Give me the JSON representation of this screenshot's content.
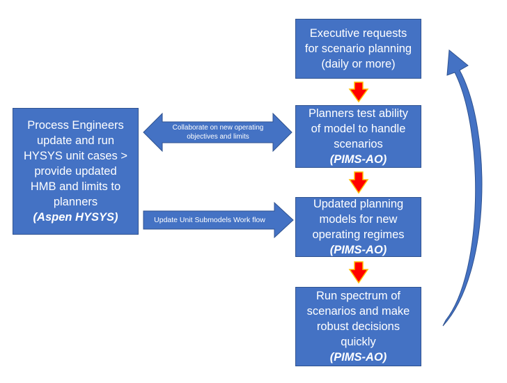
{
  "boxes": {
    "executive": {
      "lines": [
        "Executive requests",
        "for scenario planning",
        "(daily or more)"
      ]
    },
    "planners_test": {
      "lines": [
        "Planners test ability",
        "of model to handle",
        "scenarios"
      ],
      "tool": "(PIMS-AO)"
    },
    "updated_models": {
      "lines": [
        "Updated planning",
        "models for new",
        "operating regimes"
      ],
      "tool": "(PIMS-AO)"
    },
    "run_spectrum": {
      "lines": [
        "Run spectrum of",
        "scenarios and make",
        "robust decisions",
        "quickly"
      ],
      "tool": "(PIMS-AO)"
    },
    "process_engineers": {
      "lines": [
        "Process Engineers",
        "update and run",
        "HYSYS unit cases  >",
        "provide updated",
        "HMB and limits to",
        "planners"
      ],
      "tool": "(Aspen HYSYS)"
    }
  },
  "arrows": {
    "collaborate": {
      "lines": [
        "Collaborate on new operating",
        "objectives and limits"
      ]
    },
    "update_workflow": {
      "label": "Update Unit Submodels Work flow"
    }
  },
  "colors": {
    "box_fill": "#4472c4",
    "box_border": "#2f528f",
    "down_arrow": "#ff0000",
    "down_arrow_border": "#ffc000"
  }
}
